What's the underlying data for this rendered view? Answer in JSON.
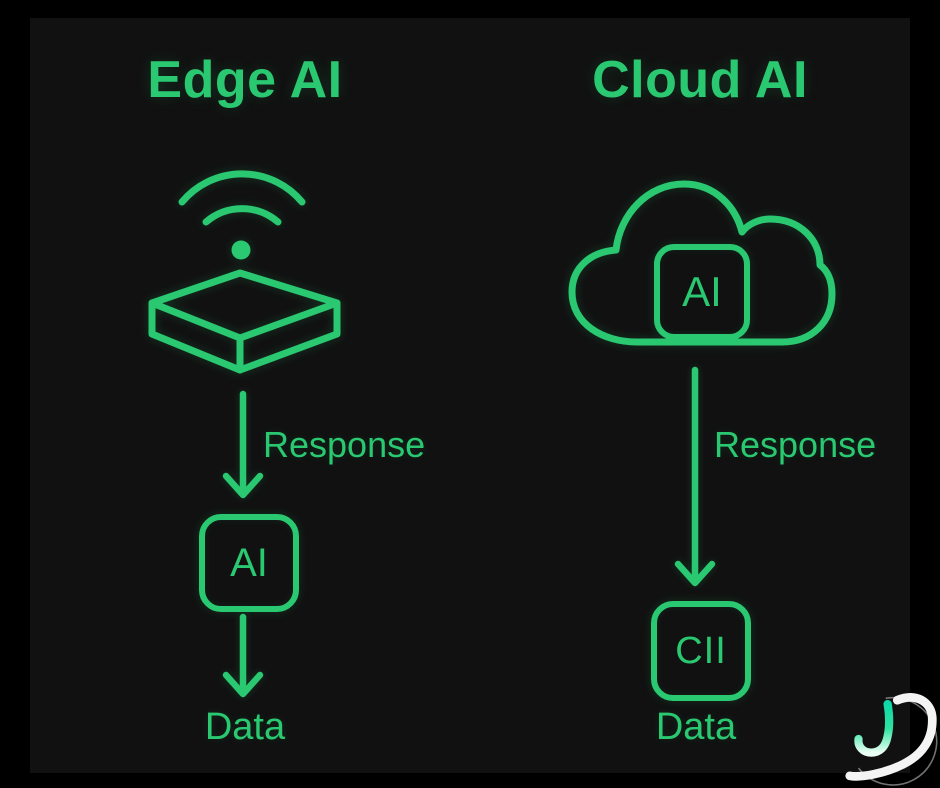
{
  "colors": {
    "accent": "#29c871",
    "panel": "#111111",
    "frame": "#000000"
  },
  "edge": {
    "title": "Edge AI",
    "device_icon": "wifi-signal-over-edge-box",
    "response_label": "Response",
    "ai_badge": "AI",
    "data_label": "Data"
  },
  "cloud": {
    "title": "Cloud AI",
    "cloud_icon": "cloud-outline",
    "ai_badge": "AI",
    "response_label": "Response",
    "chip_label": "CII",
    "data_label": "Data"
  },
  "icons": {
    "edge_device": "wifi-arcs-dot-isometric-box",
    "cloud": "cloud-with-ai-chip",
    "arrows": "downward-arrow",
    "logo": "js-swoosh-brand-mark"
  }
}
